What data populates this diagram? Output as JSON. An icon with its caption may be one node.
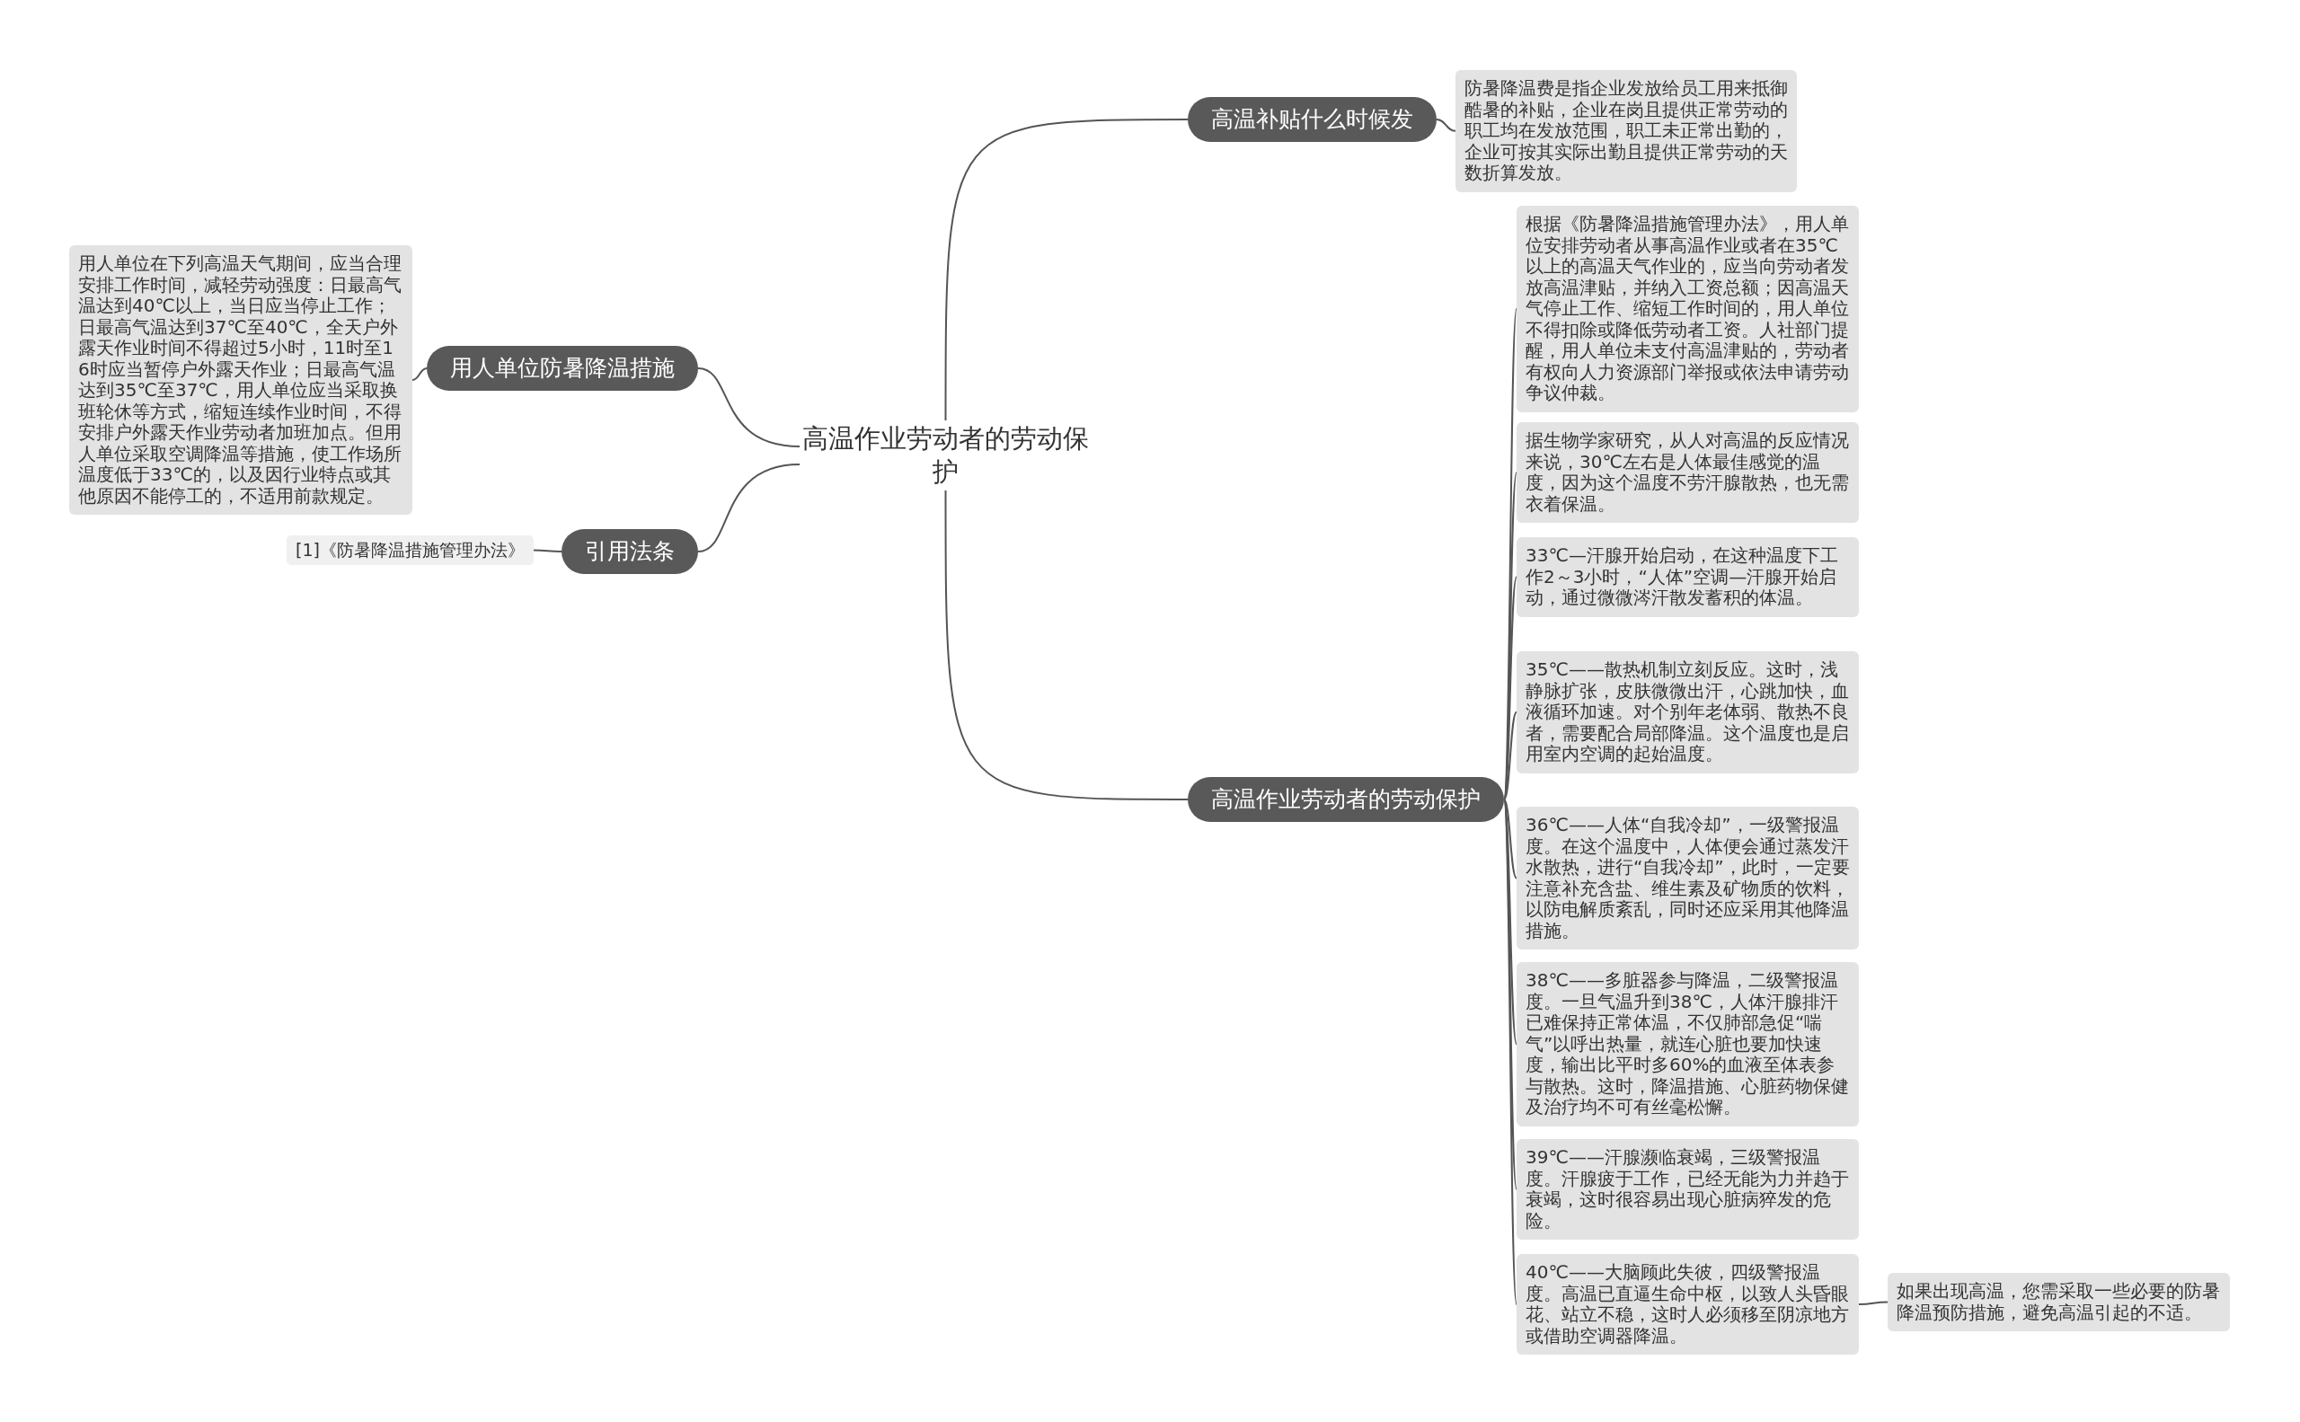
{
  "diagram": {
    "nodes": [
      {
        "text": [
          "高温作业劳动者的劳动保护"
        ]
      },
      {
        "text": [
          "高温补贴什么时候发"
        ]
      },
      {
        "text": [
          "防暑降温费是指企业发放给员工用来抵御酷暑的补贴，企业在岗且提供正常劳动的职工均在发放范围，职工未正常出勤的，企业可按其实际出勤且提供正常劳动的天数折算发放。"
        ]
      },
      {
        "text": [
          "用人单位防暑降温措施"
        ]
      },
      {
        "text": [
          "用人单位在下列高温天气期间，应当合理安排工作时间，减轻劳动强度：日最高气温达到40℃以上，当日应当停止工作；日最高气温达到37℃至40℃，全天户外露天作业时间不得超过5小时，11时至16时应当暂停户外露天作业；日最高气温达到35℃至37℃，用人单位应当采取换班轮休等方式，缩短连续作业时间，不得安排户外露天作业劳动者加班加点。但用人单位采取空调降温等措施，使工作场所温度低于33℃的，以及因行业特点或其他原因不能停工的，不适用前款规定。"
        ]
      },
      {
        "text": [
          "引用法条"
        ]
      },
      {
        "text": [
          "[1]《防暑降温措施管理办法》"
        ]
      },
      {
        "text": [
          "高温作业劳动者的劳动保护"
        ]
      },
      {
        "text": [
          "根据《防暑降温措施管理办法》，用人单位安排劳动者从事高温作业或者在35℃以上的高温天气作业的，应当向劳动者发放高温津贴，并纳入工资总额；因高温天气停止工作、缩短工作时间的，用人单位不得扣除或降低劳动者工资。人社部门提醒，用人单位未支付高温津贴的，劳动者有权向人力资源部门举报或依法申请劳动争议仲裁。"
        ]
      },
      {
        "text": [
          "据生物学家研究，从人对高温的反应情况来说，30℃左右是人体最佳感觉的温度，因为这个温度不劳汗腺散热，也无需衣着保温。"
        ]
      },
      {
        "text": [
          "33℃—汗腺开始启动，在这种温度下工作2～3小时，“人体”空调—汗腺开始启动，通过微微涔汗散发蓄积的体温。"
        ]
      },
      {
        "text": [
          "35℃——散热机制立刻反应。这时，浅静脉扩张，皮肤微微出汗，心跳加快，血液循环加速。对个别年老体弱、散热不良者，需要配合局部降温。这个温度也是启用室内空调的起始温度。"
        ]
      },
      {
        "text": [
          "36℃——人体“自我冷却”，一级警报温度。在这个温度中，人体便会通过蒸发汗水散热，进行“自我冷却”，此时，一定要注意补充含盐、维生素及矿物质的饮料，以防电解质紊乱，同时还应采用其他降温措施。"
        ]
      },
      {
        "text": [
          "38℃——多脏器参与降温，二级警报温度。一旦气温升到38℃，人体汗腺排汗已难保持正常体温，不仅肺部急促“喘气”以呼出热量，就连心脏也要加快速度，输出比平时多60%的血液至体表参与散热。这时，降温措施、心脏药物保健及治疗均不可有丝毫松懈。"
        ]
      },
      {
        "text": [
          "39℃——汗腺濒临衰竭，三级警报温度。汗腺疲于工作，已经无能为力并趋于衰竭，这时很容易出现心脏病猝发的危险。"
        ]
      },
      {
        "text": [
          "40℃——大脑顾此失彼，四级警报温度。高温已直逼生命中枢，以致人头昏眼花、站立不稳，这时人必须移至阴凉地方或借助空调器降温。"
        ]
      },
      {
        "text": [
          "如果出现高温，您需采取一些必要的防暑降温预防措施，避免高温引起的不适。"
        ]
      }
    ],
    "edges": [
      {
        "from": 0,
        "to": 1,
        "arrow": "none"
      },
      {
        "from": 1,
        "to": 2,
        "arrow": "none"
      },
      {
        "from": 0,
        "to": 3,
        "arrow": "none"
      },
      {
        "from": 3,
        "to": 4,
        "arrow": "none"
      },
      {
        "from": 0,
        "to": 5,
        "arrow": "none"
      },
      {
        "from": 5,
        "to": 6,
        "arrow": "none"
      },
      {
        "from": 0,
        "to": 7,
        "arrow": "none"
      },
      {
        "from": 7,
        "to": 8,
        "arrow": "none"
      },
      {
        "from": 7,
        "to": 9,
        "arrow": "none"
      },
      {
        "from": 7,
        "to": 10,
        "arrow": "none"
      },
      {
        "from": 7,
        "to": 11,
        "arrow": "none"
      },
      {
        "from": 7,
        "to": 12,
        "arrow": "none"
      },
      {
        "from": 7,
        "to": 13,
        "arrow": "none"
      },
      {
        "from": 7,
        "to": 14,
        "arrow": "none"
      },
      {
        "from": 7,
        "to": 15,
        "arrow": "none"
      },
      {
        "from": 15,
        "to": 16,
        "arrow": "none"
      }
    ]
  }
}
